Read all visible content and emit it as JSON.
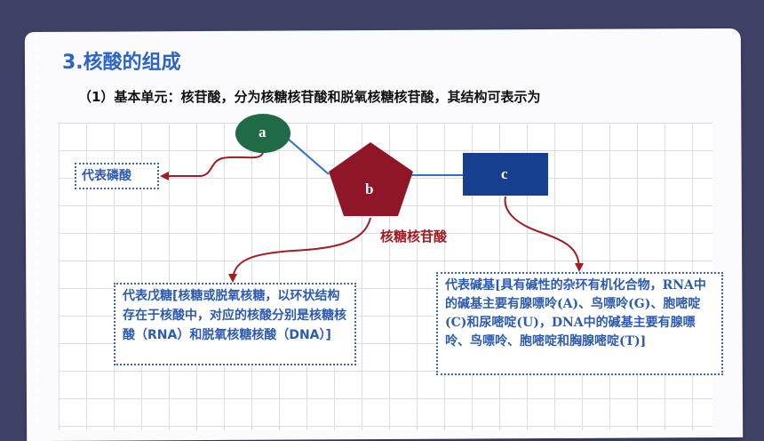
{
  "title": "3.核酸的组成",
  "intro": "（1）基本单元：核苷酸，分为核糖核苷酸和脱氧核糖核苷酸，其结构可表示为",
  "diagram": {
    "node_a": "a",
    "node_b": "b",
    "node_c": "c",
    "nucleotide_label": "核糖核苷酸",
    "phosphate_box": "代表磷酸",
    "sugar_box": "代表戊糖[核糖或脱氧核糖，以环状结构存在于核酸中，对应的核酸分别是核糖核酸（RNA）和脱氧核糖核酸（DNA）]",
    "base_box": "代表碱基[具有碱性的杂环有机化合物，RNA中的碱基主要有腺嘌呤(A)、鸟嘌呤(G)、胞嘧啶(C)和尿嘧啶(U)，DNA中的碱基主要有腺嘌呤、鸟嘌呤、胞嘧啶和胸腺嘧啶(T)]"
  },
  "colors": {
    "background": "#3f4266",
    "title": "#2b63c9",
    "phosphate": "#1f6b46",
    "sugar": "#8e1626",
    "base": "#16408f",
    "arrow": "#a01d22",
    "box_text": "#2c5bb0"
  }
}
